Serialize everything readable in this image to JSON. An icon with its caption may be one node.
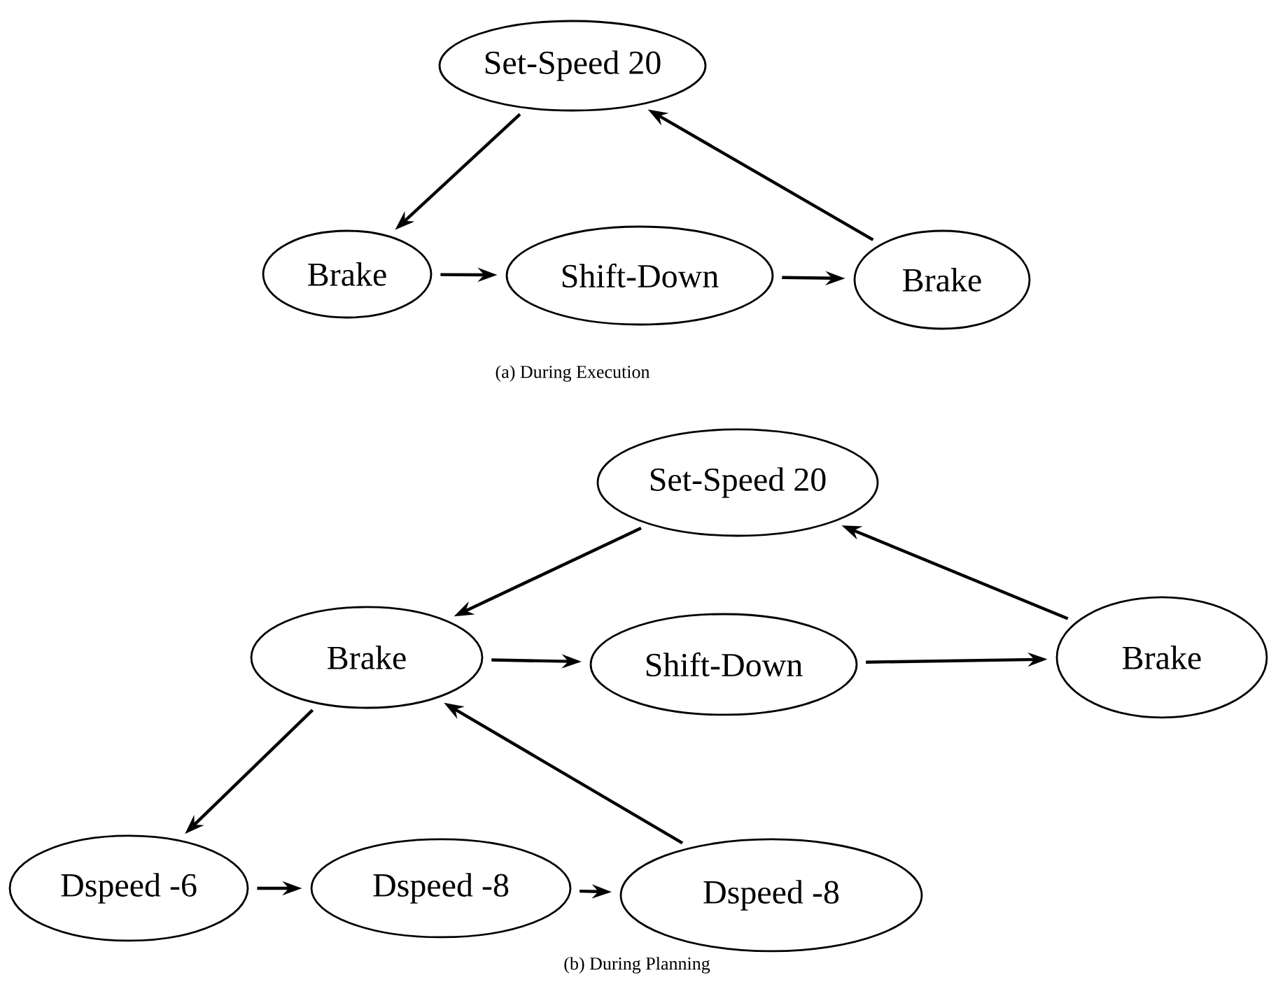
{
  "diagram": {
    "nodes": [
      {
        "text": [
          "Set-Speed 20"
        ]
      },
      {
        "text": [
          "Brake"
        ]
      },
      {
        "text": [
          "Shift-Down"
        ]
      },
      {
        "text": [
          "Brake"
        ]
      },
      {
        "text": [
          "Set-Speed 20"
        ]
      },
      {
        "text": [
          "Brake"
        ]
      },
      {
        "text": [
          "Shift-Down"
        ]
      },
      {
        "text": [
          "Brake"
        ]
      },
      {
        "text": [
          "Dspeed -6"
        ]
      },
      {
        "text": [
          "Dspeed -8"
        ]
      },
      {
        "text": [
          "Dspeed -8"
        ]
      }
    ],
    "edges": [
      {
        "from": 0,
        "to": 1,
        "arrow": "to"
      },
      {
        "from": 1,
        "to": 2,
        "arrow": "to"
      },
      {
        "from": 2,
        "to": 3,
        "arrow": "to"
      },
      {
        "from": 3,
        "to": 0,
        "arrow": "to"
      },
      {
        "from": 4,
        "to": 5,
        "arrow": "to"
      },
      {
        "from": 5,
        "to": 6,
        "arrow": "to"
      },
      {
        "from": 6,
        "to": 7,
        "arrow": "to"
      },
      {
        "from": 7,
        "to": 4,
        "arrow": "to"
      },
      {
        "from": 5,
        "to": 8,
        "arrow": "to"
      },
      {
        "from": 8,
        "to": 9,
        "arrow": "to"
      },
      {
        "from": 9,
        "to": 10,
        "arrow": "to"
      },
      {
        "from": 10,
        "to": 5,
        "arrow": "to"
      }
    ],
    "labels": [
      "(a) During Execution",
      "(b) During Planning"
    ]
  }
}
